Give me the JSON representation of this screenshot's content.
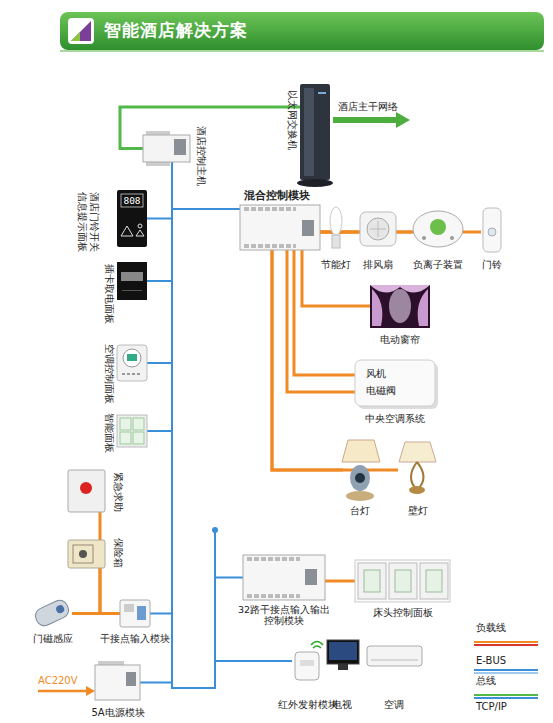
{
  "diagram": {
    "title": "智能酒店解决方案",
    "nodes": [
      {
        "text": [
          "以太网交换机"
        ]
      },
      {
        "text": [
          "酒店控制主机"
        ]
      },
      {
        "text": [
          "酒店门铃开关 信息提示面板"
        ]
      },
      {
        "text": [
          "插卡取电面板"
        ]
      },
      {
        "text": [
          "空调控制面板"
        ]
      },
      {
        "text": [
          "智能面板"
        ]
      },
      {
        "text": [
          "紧急求助"
        ]
      },
      {
        "text": [
          "保险箱"
        ]
      },
      {
        "text": [
          "门磁感应"
        ]
      },
      {
        "text": [
          "干接点输入模块"
        ]
      },
      {
        "text": [
          "5A电源模块"
        ]
      },
      {
        "text": [
          "混合控制模块"
        ]
      },
      {
        "text": [
          "节能灯"
        ]
      },
      {
        "text": [
          "排风扇"
        ]
      },
      {
        "text": [
          "负离子装置"
        ]
      },
      {
        "text": [
          "门铃"
        ]
      },
      {
        "text": [
          "电动窗帘"
        ]
      },
      {
        "text": [
          "风机",
          "电磁阀",
          "中央空调系统"
        ]
      },
      {
        "text": [
          "台灯"
        ]
      },
      {
        "text": [
          "壁灯"
        ]
      },
      {
        "text": [
          "32路干接点输入输出 控制模块"
        ]
      },
      {
        "text": [
          "床头控制面板"
        ]
      },
      {
        "text": [
          "红外发射模块"
        ]
      },
      {
        "text": [
          "电视"
        ]
      },
      {
        "text": [
          "空调"
        ]
      }
    ],
    "edges": [
      {
        "from": 0,
        "to": 1,
        "arrow": "none"
      },
      {
        "from": 1,
        "to": 2,
        "arrow": "none"
      },
      {
        "from": 1,
        "to": 3,
        "arrow": "none"
      },
      {
        "from": 1,
        "to": 4,
        "arrow": "none"
      },
      {
        "from": 1,
        "to": 5,
        "arrow": "none"
      },
      {
        "from": 1,
        "to": 9,
        "arrow": "none"
      },
      {
        "from": 1,
        "to": 10,
        "arrow": "none"
      },
      {
        "from": 1,
        "to": 11,
        "arrow": "none"
      },
      {
        "from": 1,
        "to": 20,
        "arrow": "none"
      },
      {
        "from": 1,
        "to": 22,
        "arrow": "none"
      },
      {
        "from": 6,
        "to": 9,
        "arrow": "none"
      },
      {
        "from": 7,
        "to": 9,
        "arrow": "none"
      },
      {
        "from": 8,
        "to": 9,
        "arrow": "none"
      },
      {
        "from": 11,
        "to": 12,
        "arrow": "none"
      },
      {
        "from": 11,
        "to": 13,
        "arrow": "none"
      },
      {
        "from": 11,
        "to": 14,
        "arrow": "none"
      },
      {
        "from": 11,
        "to": 15,
        "arrow": "none"
      },
      {
        "from": 11,
        "to": 16,
        "arrow": "none"
      },
      {
        "from": 11,
        "to": 17,
        "arrow": "none"
      },
      {
        "from": 11,
        "to": 17,
        "arrow": "none"
      },
      {
        "from": 11,
        "to": 18,
        "arrow": "none"
      },
      {
        "from": 11,
        "to": 19,
        "arrow": "none"
      },
      {
        "from": 20,
        "to": 21,
        "arrow": "none"
      }
    ],
    "labels": [
      "酒店主干网络",
      "808",
      "AC220V"
    ],
    "legend": [
      {
        "text": "负载线"
      },
      {
        "text": "E-BUS 总线"
      },
      {
        "text": "TCP/IP"
      }
    ]
  }
}
